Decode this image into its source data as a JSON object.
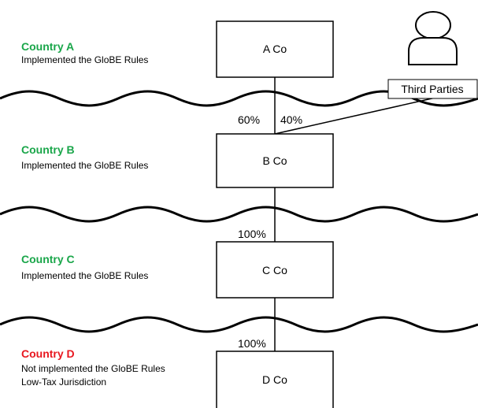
{
  "colors": {
    "compliant": "#1aa64a",
    "low_tax": "#e8171f",
    "line": "#000000"
  },
  "countries": [
    {
      "name": "Country A",
      "notes": [
        "Implemented the GloBE Rules"
      ],
      "color": "compliant"
    },
    {
      "name": "Country B",
      "notes": [
        "Implemented the GloBE Rules"
      ],
      "color": "compliant"
    },
    {
      "name": "Country C",
      "notes": [
        "Implemented the GloBE Rules"
      ],
      "color": "compliant"
    },
    {
      "name": "Country D",
      "notes": [
        "Not implemented the GloBE Rules",
        "Low-Tax Jurisdiction"
      ],
      "color": "low_tax"
    }
  ],
  "entities": {
    "a": {
      "label": "A Co"
    },
    "b": {
      "label": "B Co"
    },
    "c": {
      "label": "C Co"
    },
    "d": {
      "label": "D Co",
      "color": "low_tax"
    },
    "third": {
      "label": "Third Parties",
      "icon": "person-icon"
    }
  },
  "ownership": {
    "a_to_b": "60%",
    "third_to_b": "40%",
    "b_to_c": "100%",
    "c_to_d": "100%"
  }
}
